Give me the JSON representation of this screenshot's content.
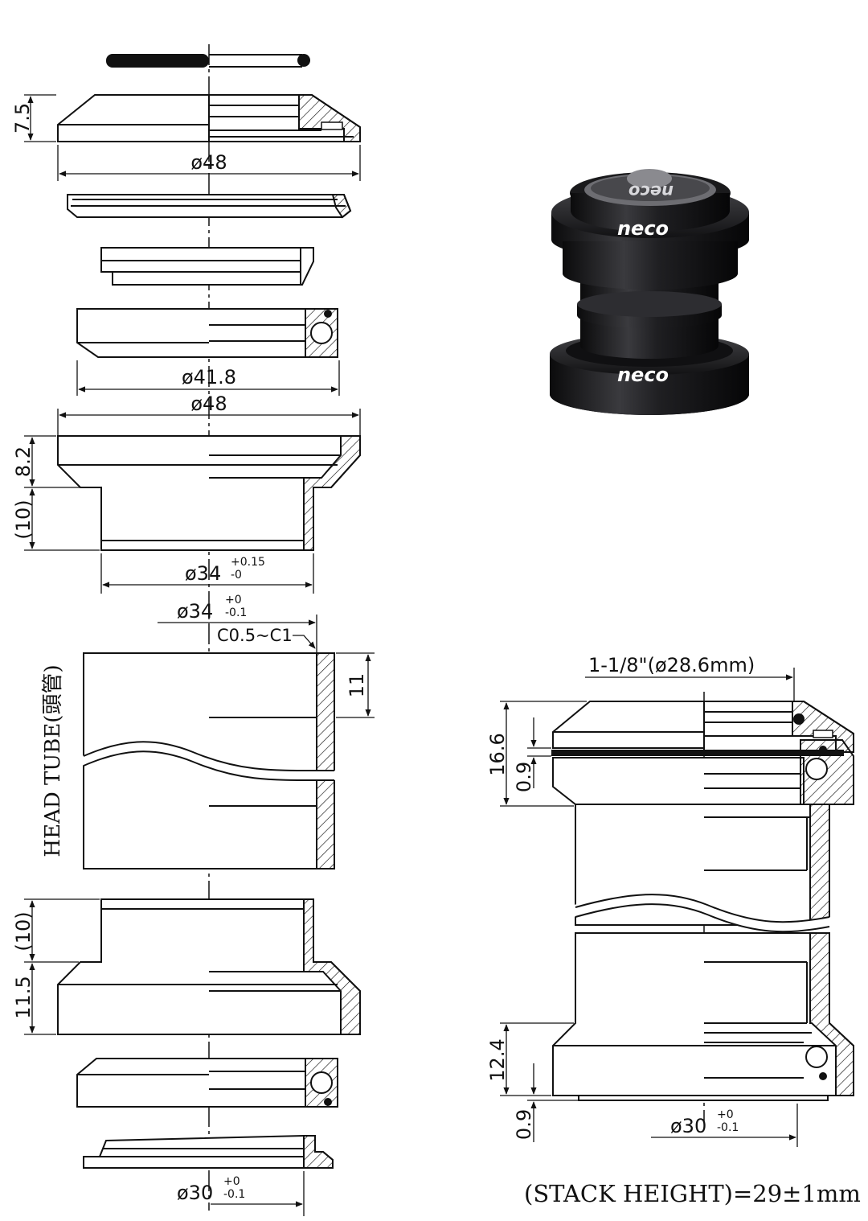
{
  "dimensions": {
    "top_cover_height": "7.5",
    "top_cover_diameter": "ø48",
    "bearing_diameter": "ø41.8",
    "top_cup_diameter": "ø48",
    "top_cup_height": "8.2",
    "top_cup_insert": "(10)",
    "top_cup_insert_diameter": "ø34",
    "top_cup_insert_tol_upper": "+0.15",
    "top_cup_insert_tol_lower": "-0",
    "head_tube_diameter": "ø34",
    "head_tube_tol_upper": "+0",
    "head_tube_tol_lower": "-0.1",
    "chamfer": "C0.5~C1",
    "head_tube_chamfer_depth": "11",
    "lower_cup_insert": "(10)",
    "lower_cup_height": "11.5",
    "crown_race_diameter": "ø30",
    "crown_race_tol_upper": "+0",
    "crown_race_tol_lower": "-0.1",
    "steerer": "1-1/8\"(ø28.6mm)",
    "assembly_top_height": "16.6",
    "assembly_top_gap": "0.9",
    "assembly_bottom_height": "12.4",
    "assembly_bottom_gap": "0.9",
    "assembly_crown_diameter": "ø30",
    "assembly_crown_tol_upper": "+0",
    "assembly_crown_tol_lower": "-0.1"
  },
  "labels": {
    "head_tube": "HEAD TUBE(頭管)",
    "stack_height": "(STACK HEIGHT)=29±1mm"
  },
  "product_photo": {
    "brand_top": "neco",
    "brand_bottom": "neco",
    "brand_cap": "neco",
    "color": "#1c1c1e"
  }
}
